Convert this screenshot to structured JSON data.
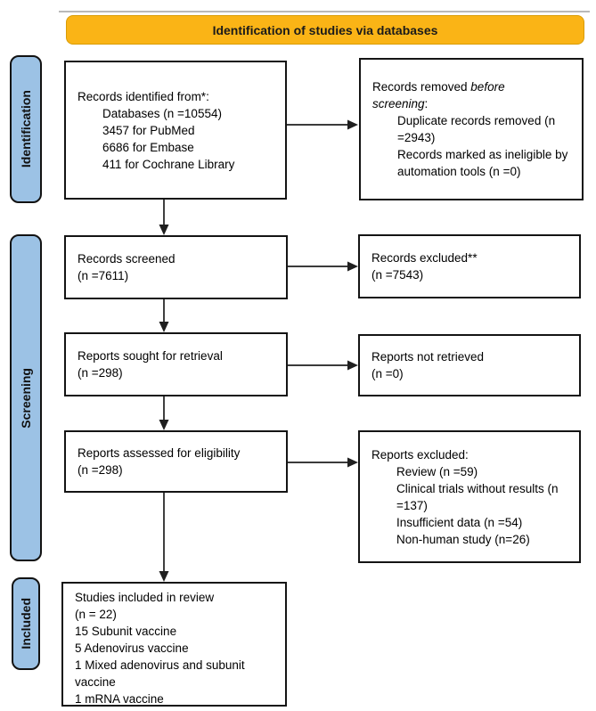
{
  "banner": {
    "label": "Identification of studies via databases"
  },
  "stages": {
    "identification": "Identification",
    "screening": "Screening",
    "included": "Included"
  },
  "boxes": {
    "records_identified": {
      "lines": [
        {
          "indent": false,
          "segments": [
            {
              "text": "Records identified from*:"
            }
          ]
        },
        {
          "indent": true,
          "segments": [
            {
              "text": "Databases (n =10554)"
            }
          ]
        },
        {
          "indent": true,
          "segments": [
            {
              "text": "3457 for PubMed"
            }
          ]
        },
        {
          "indent": true,
          "segments": [
            {
              "text": "6686 for Embase"
            }
          ]
        },
        {
          "indent": true,
          "segments": [
            {
              "text": "411 for Cochrane Library"
            }
          ]
        }
      ]
    },
    "records_removed": {
      "lines": [
        {
          "indent": false,
          "segments": [
            {
              "text": "Records removed "
            },
            {
              "text": "before",
              "italic": true
            }
          ]
        },
        {
          "indent": false,
          "segments": [
            {
              "text": "screening",
              "italic": true
            },
            {
              "text": ":"
            }
          ]
        },
        {
          "indent": true,
          "segments": [
            {
              "text": "Duplicate records removed (n =2943)"
            }
          ]
        },
        {
          "indent": true,
          "segments": [
            {
              "text": "Records marked as ineligible by automation tools (n =0)"
            }
          ]
        }
      ]
    },
    "records_screened": {
      "lines": [
        {
          "indent": false,
          "segments": [
            {
              "text": "Records screened"
            }
          ]
        },
        {
          "indent": false,
          "segments": [
            {
              "text": "(n =7611)"
            }
          ]
        }
      ]
    },
    "records_excluded": {
      "lines": [
        {
          "indent": false,
          "segments": [
            {
              "text": "Records excluded**"
            }
          ]
        },
        {
          "indent": false,
          "segments": [
            {
              "text": "(n =7543)"
            }
          ]
        }
      ]
    },
    "reports_sought": {
      "lines": [
        {
          "indent": false,
          "segments": [
            {
              "text": "Reports sought for retrieval"
            }
          ]
        },
        {
          "indent": false,
          "segments": [
            {
              "text": "(n =298)"
            }
          ]
        }
      ]
    },
    "reports_not_retrieved": {
      "lines": [
        {
          "indent": false,
          "segments": [
            {
              "text": "Reports not retrieved"
            }
          ]
        },
        {
          "indent": false,
          "segments": [
            {
              "text": "(n =0)"
            }
          ]
        }
      ]
    },
    "reports_assessed": {
      "lines": [
        {
          "indent": false,
          "segments": [
            {
              "text": "Reports assessed for eligibility"
            }
          ]
        },
        {
          "indent": false,
          "segments": [
            {
              "text": "(n =298)"
            }
          ]
        }
      ]
    },
    "reports_excluded": {
      "lines": [
        {
          "indent": false,
          "segments": [
            {
              "text": "Reports excluded:"
            }
          ]
        },
        {
          "indent": true,
          "segments": [
            {
              "text": "Review (n =59)"
            }
          ]
        },
        {
          "indent": true,
          "segments": [
            {
              "text": "Clinical trials without results (n =137)"
            }
          ]
        },
        {
          "indent": true,
          "segments": [
            {
              "text": "Insufficient data (n =54)"
            }
          ]
        },
        {
          "indent": true,
          "segments": [
            {
              "text": "Non-human study (n=26)"
            }
          ]
        }
      ]
    },
    "studies_included": {
      "lines": [
        {
          "indent": false,
          "segments": [
            {
              "text": "Studies included in review"
            }
          ]
        },
        {
          "indent": false,
          "segments": [
            {
              "text": "(n = 22)"
            }
          ]
        },
        {
          "indent": false,
          "segments": [
            {
              "text": "15 Subunit vaccine"
            }
          ]
        },
        {
          "indent": false,
          "segments": [
            {
              "text": "5 Adenovirus vaccine"
            }
          ]
        },
        {
          "indent": false,
          "segments": [
            {
              "text": "1 Mixed adenovirus and subunit vaccine"
            }
          ]
        },
        {
          "indent": false,
          "segments": [
            {
              "text": "1 mRNA vaccine"
            }
          ]
        }
      ]
    }
  },
  "colors": {
    "banner_fill": "#FAB416",
    "banner_border": "#D99C06",
    "stage_fill": "#9CC2E5",
    "box_border": "#141414",
    "arrow": "#1f1f1f"
  }
}
